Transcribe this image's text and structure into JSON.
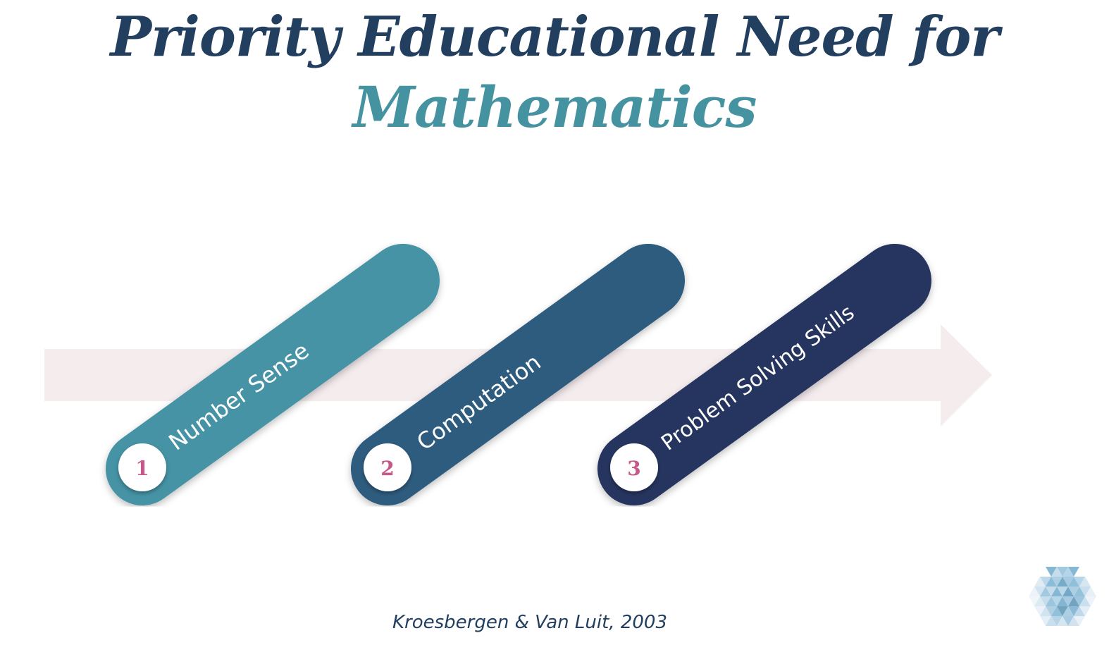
{
  "title": {
    "line1": "Priority Educational Need for",
    "line2": "Mathematics"
  },
  "steps": [
    {
      "number": "1",
      "label": "Number Sense",
      "color": "#4593a5"
    },
    {
      "number": "2",
      "label": "Computation",
      "color": "#2f5c7f"
    },
    {
      "number": "3",
      "label": "Problem Solving Skills",
      "color": "#27365f"
    }
  ],
  "citation": "Kroesbergen & Van Luit, 2003",
  "colors": {
    "title_dark": "#223f60",
    "title_accent": "#4593a0",
    "arrow": "#f5ecee",
    "number_text": "#c7588a"
  },
  "icons": {
    "logo": "triangle-hexagon-logo-icon"
  }
}
